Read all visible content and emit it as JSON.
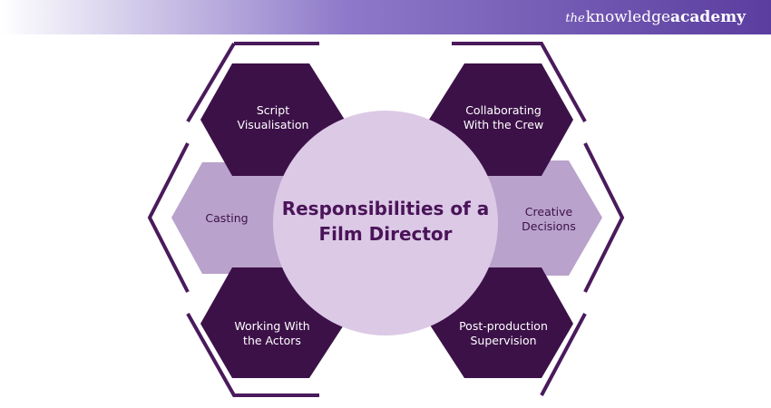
{
  "brand": {
    "the": "the",
    "knowledge": "knowledge",
    "academy": "academy"
  },
  "center": {
    "title": "Responsibilities of a\nFilm Director"
  },
  "items": {
    "script": "Script\nVisualisation",
    "collab": "Collaborating\nWith the Crew",
    "casting": "Casting",
    "creative": "Creative\nDecisions",
    "actors": "Working With\nthe Actors",
    "post": "Post-production\nSupervision"
  },
  "colors": {
    "dark_hex": "#3c1148",
    "light_hex": "#b9a2cb",
    "circle": "#dcc9e6",
    "outline": "#4a1a5c",
    "banner_end": "#5b3d9f"
  }
}
